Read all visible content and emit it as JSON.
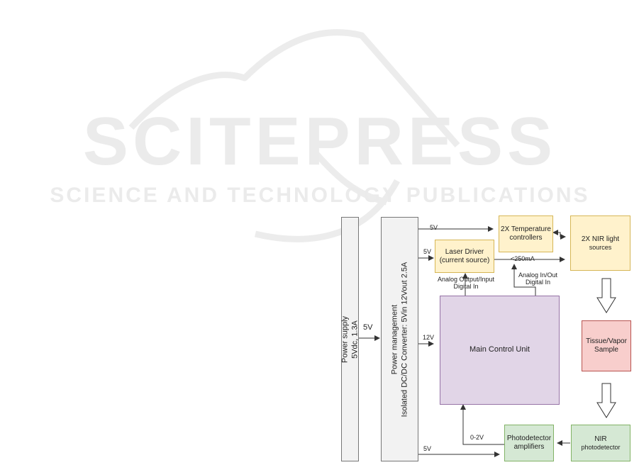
{
  "watermark": {
    "brand": "SCITEPRESS",
    "tagline": "SCIENCE AND TECHNOLOGY PUBLICATIONS"
  },
  "blocks": {
    "power_supply": [
      "Power supply",
      "5Vdc, 1.3A"
    ],
    "power_management": [
      "Power management",
      "Isolated DC/DC Converter: 5Vin 12Vout 2.5A"
    ],
    "laser_driver": [
      "Laser Driver",
      "(current source)"
    ],
    "temp_controllers": [
      "2X Temperature",
      "controllers"
    ],
    "nir_sources": [
      "2X NIR light",
      "sources"
    ],
    "main_control": "Main Control Unit",
    "sample": [
      "Tissue/Vapor",
      "Sample"
    ],
    "photodetector_amps": [
      "Photodetector",
      "amplifiers"
    ],
    "nir_photodetector": [
      "NIR",
      "photodetector"
    ]
  },
  "labels": {
    "supply_to_pm": "5V",
    "pm_to_temp": "5V",
    "pm_to_laser": "5V",
    "laser_current": "<250mA",
    "analog_output_input": [
      "Analog Output/Input",
      "Digital In"
    ],
    "analog_in_out": [
      "Analog In/Out",
      "Digital In"
    ],
    "pm_to_mcu": "12V",
    "amps_to_mcu": "0-2V",
    "pm_to_amps": "5V"
  },
  "colors": {
    "bar_fill": "#f2f2f2",
    "yellow_fill": "#fff2cc",
    "yellow_stroke": "#d6b656",
    "purple_fill": "#e1d5e7",
    "purple_stroke": "#9673a6",
    "red_fill": "#f8cecc",
    "red_stroke": "#b85450",
    "green_fill": "#d5e8d4",
    "green_stroke": "#82b366",
    "wire": "#333333"
  }
}
